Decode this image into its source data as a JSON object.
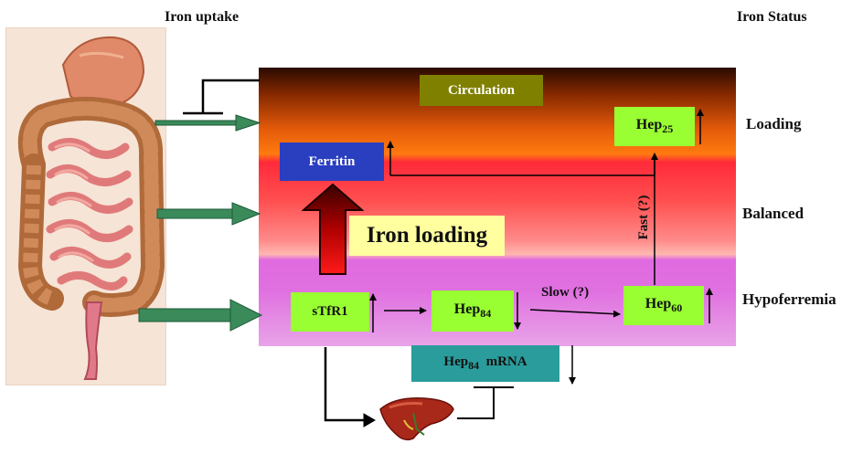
{
  "headers": {
    "iron_uptake": "Iron uptake",
    "iron_status": "Iron Status"
  },
  "status_levels": {
    "loading": "Loading",
    "balanced": "Balanced",
    "hypoferremia": "Hypoferremia"
  },
  "boxes": {
    "circulation": "Circulation",
    "ferritin": "Ferritin",
    "iron_loading": "Iron loading",
    "stfr1": "sTfR1",
    "hep84": {
      "base": "Hep",
      "sub": "84"
    },
    "hep60": {
      "base": "Hep",
      "sub": "60"
    },
    "hep25": {
      "base": "Hep",
      "sub": "25"
    },
    "hep84_mrna": {
      "base": "Hep",
      "sub": "84",
      "suffix": "mRNA"
    }
  },
  "edge_labels": {
    "slow": "Slow (?)",
    "fast": "Fast (?)"
  },
  "colors": {
    "circulation_bg": "#808000",
    "ferritin_bg": "#2a3ec0",
    "green_box": "#99ff33",
    "teal_box": "#2a9c9c",
    "iron_loading_bg": "#ffffa0",
    "arrow_green": "#3a8a5a"
  },
  "icons": {
    "intestine": "intestine-illustration",
    "liver": "liver-illustration"
  }
}
